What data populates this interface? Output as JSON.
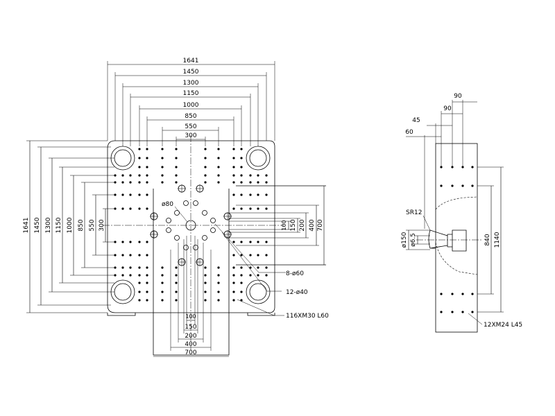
{
  "front_view": {
    "horizontal_dims_top": [
      "1641",
      "1450",
      "1300",
      "1150",
      "1000",
      "850",
      "550",
      "300"
    ],
    "vertical_dims_left": [
      "1641",
      "1450",
      "1300",
      "1150",
      "1000",
      "850",
      "550",
      "300"
    ],
    "center_diameter": "ø80",
    "right_dims": [
      "100",
      "150",
      "200",
      "400",
      "700"
    ],
    "bottom_dims": [
      "100",
      "150",
      "200",
      "400",
      "700"
    ],
    "callouts": [
      "8-ø60",
      "12-ø40",
      "116XM30  L60"
    ]
  },
  "side_view": {
    "top_dims": [
      "90",
      "90",
      "45",
      "60"
    ],
    "radius_label": "SR12",
    "left_diameters": [
      "ø150",
      "ø6.5"
    ],
    "right_dims": [
      "840",
      "1140"
    ],
    "callout": "12XM24  L45"
  },
  "colors": {
    "line": "#000000",
    "background": "#ffffff"
  }
}
